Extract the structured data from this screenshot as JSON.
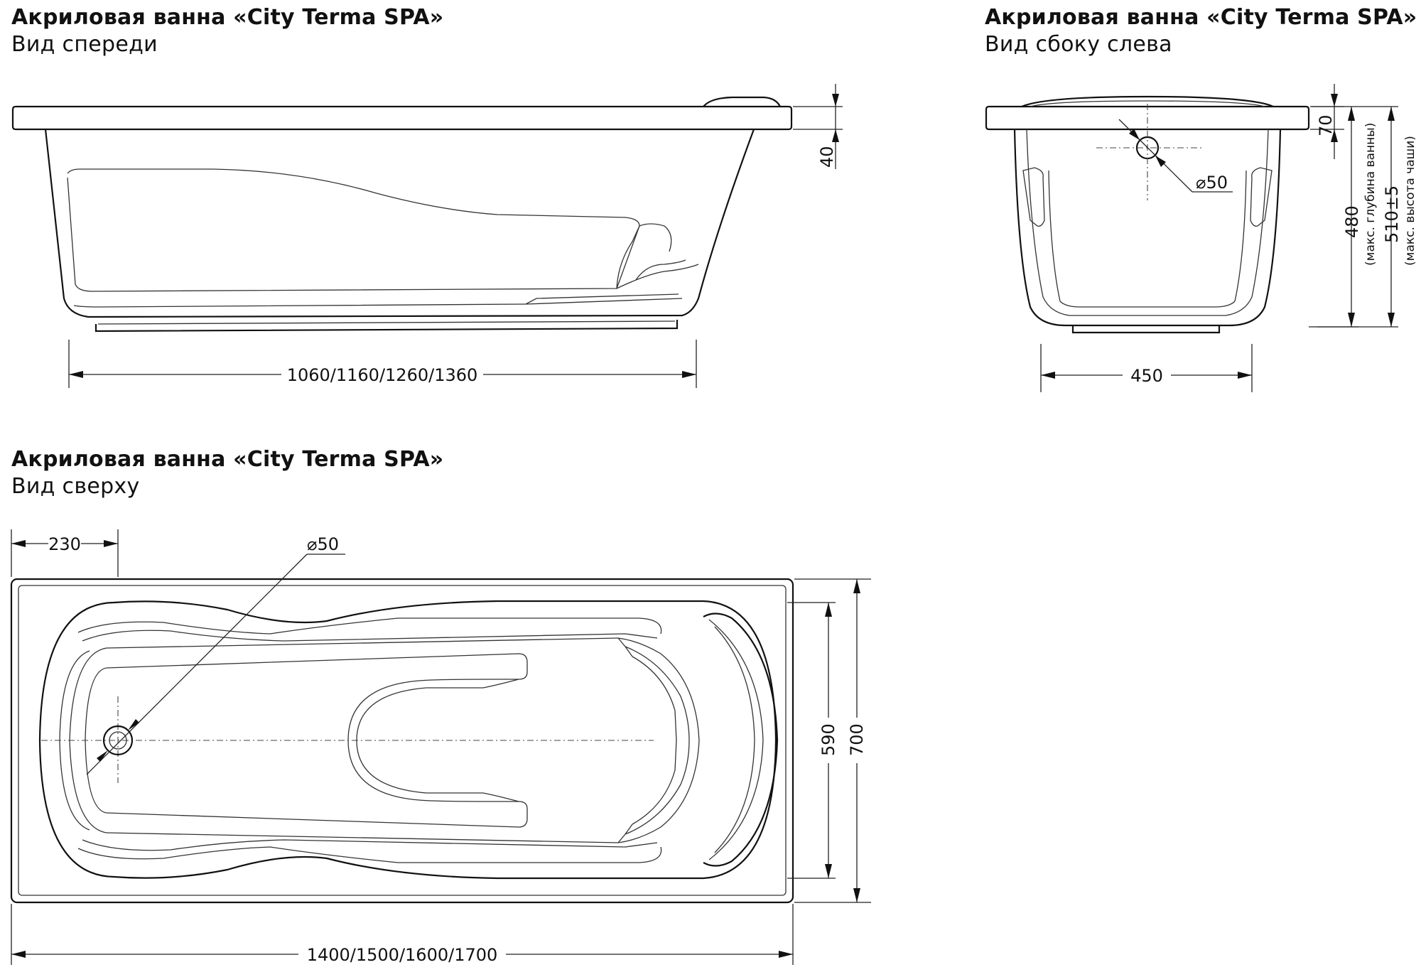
{
  "views": {
    "front": {
      "title": "Акриловая ванна «City Terma SPA»",
      "subtitle": "Вид спереди"
    },
    "side": {
      "title": "Акриловая ванна «City Terma SPA»",
      "subtitle": "Вид сбоку слева"
    },
    "top": {
      "title": "Акриловая ванна «City Terma SPA»",
      "subtitle": "Вид сверху"
    }
  },
  "dimensions": {
    "front_rim_height": "40",
    "front_inner_length": "1060/1160/1260/1360",
    "side_rim": "70",
    "side_drain_diameter": "⌀50",
    "side_depth": "480",
    "side_depth_note": "(макс. глубина ванны)",
    "side_height": "510±5",
    "side_height_note": "(макс. высота чаши)",
    "side_width": "450",
    "top_drain_offset": "230",
    "top_drain_diameter": "⌀50",
    "top_inner_width": "590",
    "top_outer_width": "700",
    "top_length": "1400/1500/1600/1700"
  }
}
